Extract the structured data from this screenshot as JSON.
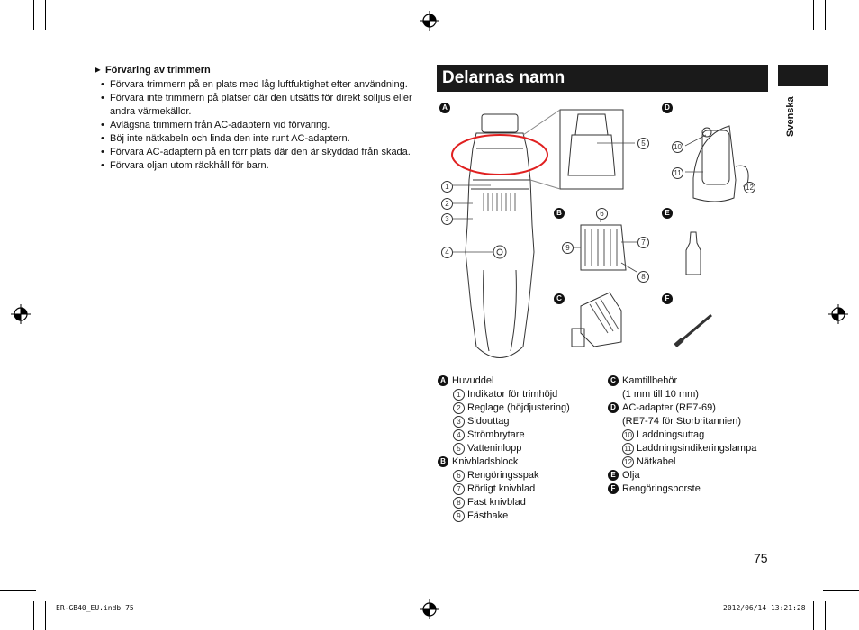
{
  "storage": {
    "heading": "► Förvaring av trimmern",
    "items": [
      "Förvara trimmern på en plats med låg luftfuktighet efter användning.",
      "Förvara inte trimmern på platser där den utsätts för direkt solljus eller andra värmekällor.",
      "Avlägsna trimmern från AC-adaptern vid förvaring.",
      "Böj inte nätkabeln och linda den inte runt AC-adaptern.",
      "Förvara AC-adaptern på en torr plats där den är skyddad från skada.",
      "Förvara oljan utom räckhåll för barn."
    ]
  },
  "section": {
    "title": "Delarnas namn",
    "language": "Svenska"
  },
  "figure_labels": {
    "A": "A",
    "B": "B",
    "C": "C",
    "D": "D",
    "E": "E",
    "F": "F"
  },
  "callouts": [
    "1",
    "2",
    "3",
    "4",
    "5",
    "6",
    "7",
    "8",
    "9",
    "10",
    "11",
    "12"
  ],
  "legend_left": [
    {
      "marker": "A",
      "kind": "letter",
      "text": "Huvuddel"
    },
    {
      "marker": "1",
      "kind": "num",
      "text": "Indikator för trimhöjd"
    },
    {
      "marker": "2",
      "kind": "num",
      "text": "Reglage (höjdjustering)"
    },
    {
      "marker": "3",
      "kind": "num",
      "text": "Sidouttag"
    },
    {
      "marker": "4",
      "kind": "num",
      "text": "Strömbrytare"
    },
    {
      "marker": "5",
      "kind": "num",
      "text": "Vatteninlopp"
    },
    {
      "marker": "B",
      "kind": "letter",
      "text": "Knivbladsblock"
    },
    {
      "marker": "6",
      "kind": "num",
      "text": "Rengöringsspak"
    },
    {
      "marker": "7",
      "kind": "num",
      "text": "Rörligt knivblad"
    },
    {
      "marker": "8",
      "kind": "num",
      "text": "Fast knivblad"
    },
    {
      "marker": "9",
      "kind": "num",
      "text": "Fästhake"
    }
  ],
  "legend_right": [
    {
      "marker": "C",
      "kind": "letter",
      "text": "Kamtillbehör"
    },
    {
      "marker": "",
      "kind": "none",
      "text": "(1 mm till 10 mm)"
    },
    {
      "marker": "D",
      "kind": "letter",
      "text": "AC-adapter (RE7-69)"
    },
    {
      "marker": "",
      "kind": "none",
      "text": "(RE7-74 för Storbritannien)"
    },
    {
      "marker": "10",
      "kind": "num",
      "text": "Laddningsuttag"
    },
    {
      "marker": "11",
      "kind": "num",
      "text": "Laddningsindikeringslampa"
    },
    {
      "marker": "12",
      "kind": "num",
      "text": "Nätkabel"
    },
    {
      "marker": "E",
      "kind": "letter",
      "text": "Olja"
    },
    {
      "marker": "F",
      "kind": "letter",
      "text": "Rengöringsborste"
    }
  ],
  "page_number": "75",
  "footer": {
    "file": "ER-GB40_EU.indb   75",
    "date": "2012/06/14   13:21:28"
  },
  "colors": {
    "highlight_ellipse": "#e02020",
    "bar": "#1a1a1a"
  }
}
